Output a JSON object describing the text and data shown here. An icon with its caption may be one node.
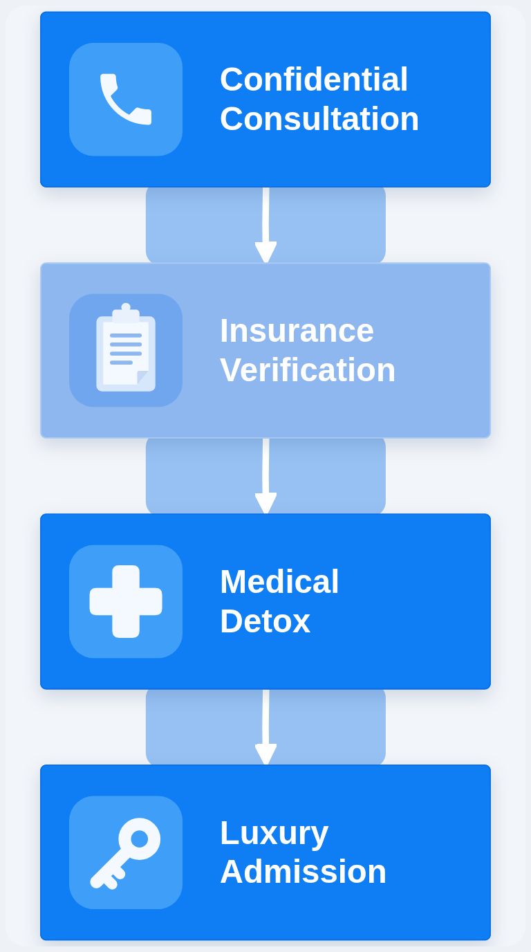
{
  "diagram": {
    "nodes": [
      {
        "text": [
          "Confidential Consultation"
        ]
      },
      {
        "text": [
          "Insurance Verification"
        ]
      },
      {
        "text": [
          "Medical Detox"
        ]
      },
      {
        "text": [
          "Luxury Admission"
        ]
      }
    ],
    "edges": [
      {
        "from": 0,
        "to": 1,
        "arrow": "to"
      },
      {
        "from": 1,
        "to": 2,
        "arrow": "to"
      },
      {
        "from": 2,
        "to": 3,
        "arrow": "to"
      }
    ]
  }
}
